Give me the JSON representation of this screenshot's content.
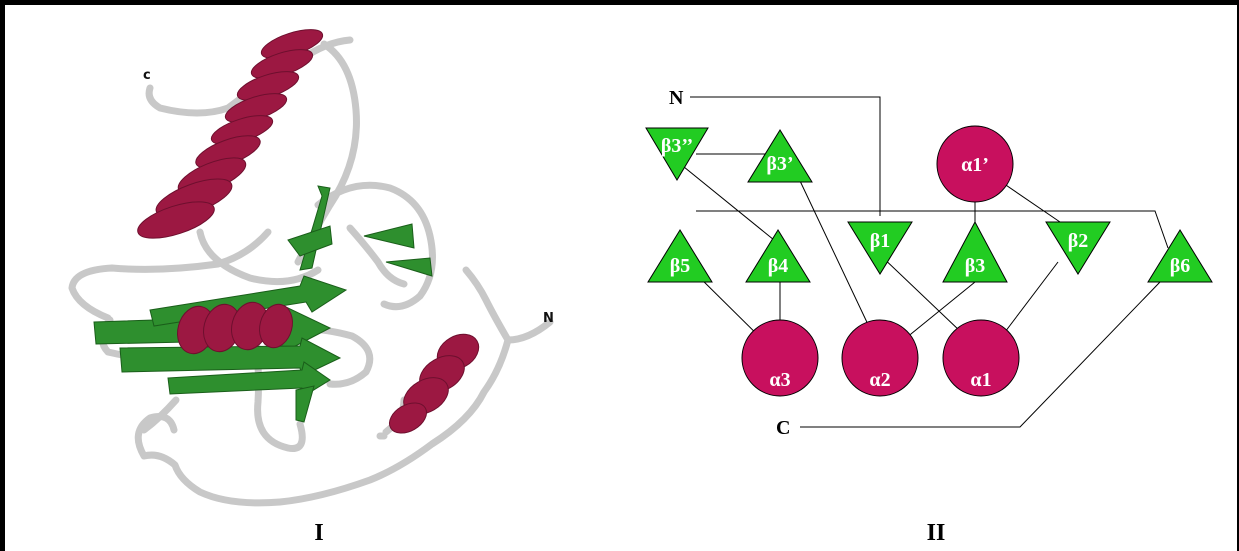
{
  "panel_i": {
    "caption": "I",
    "terminal_c": "c",
    "terminal_n": "N"
  },
  "panel_ii": {
    "caption": "II",
    "terminal_n": "N",
    "terminal_c": "C",
    "strands": [
      {
        "id": "b3pp",
        "label": "β3’’"
      },
      {
        "id": "b3p",
        "label": "β3’"
      },
      {
        "id": "b5",
        "label": "β5"
      },
      {
        "id": "b4",
        "label": "β4"
      },
      {
        "id": "b1",
        "label": "β1"
      },
      {
        "id": "b3",
        "label": "β3"
      },
      {
        "id": "b2",
        "label": "β2"
      },
      {
        "id": "b6",
        "label": "β6"
      }
    ],
    "helices": [
      {
        "id": "a1p",
        "label": "α1’"
      },
      {
        "id": "a3",
        "label": "α3"
      },
      {
        "id": "a2",
        "label": "α2"
      },
      {
        "id": "a1",
        "label": "α1"
      }
    ]
  },
  "colors": {
    "helix": "#c8105e",
    "strand": "#22cc22",
    "coil": "#c8c8c8",
    "ribbon_helix": "#9c1842",
    "ribbon_strand": "#2e8f2e",
    "frame": "#000000"
  }
}
